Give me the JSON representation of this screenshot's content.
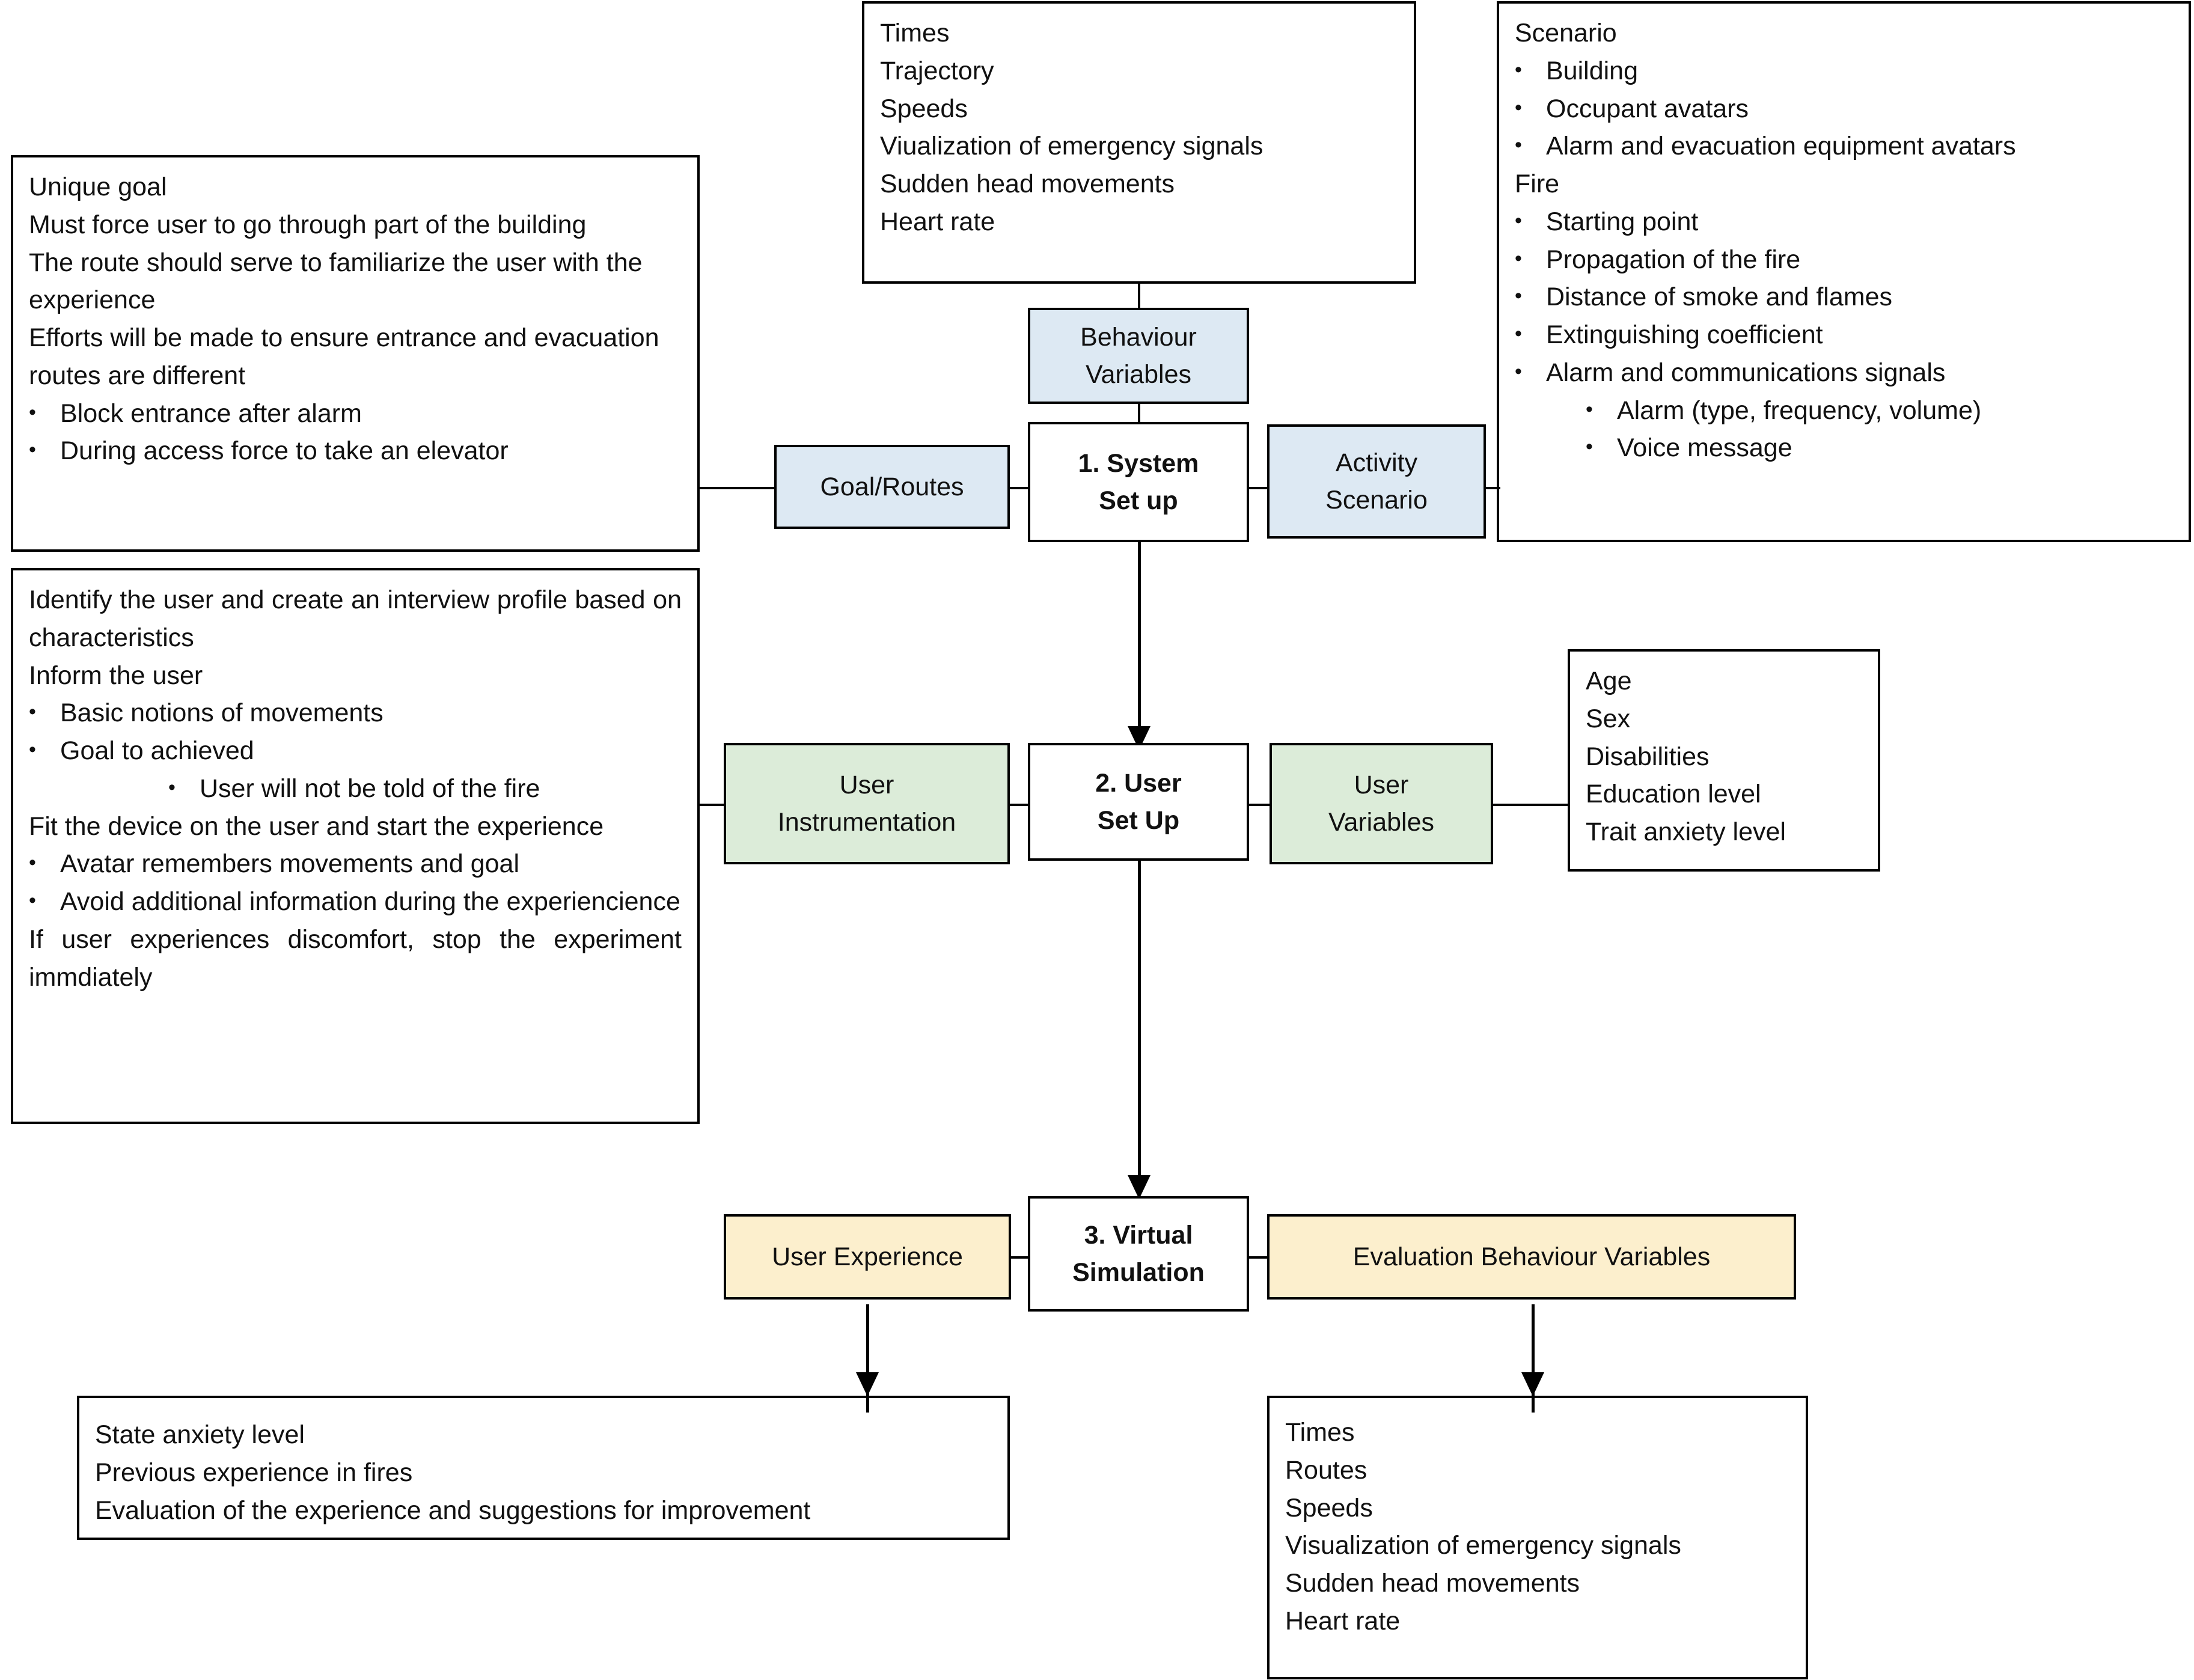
{
  "diagram": {
    "title": "Virtual reality fire evacuation experiment protocol flowchart",
    "colors": {
      "blue": "#dde9f3",
      "green": "#dcecd9",
      "yellow": "#fcefcd",
      "outline": "#000000",
      "background": "#ffffff"
    },
    "nodes": {
      "stage1": "1. System\nSet up",
      "stage1_line1": "1. System",
      "stage1_line2": "Set up",
      "stage2_line1": "2. User",
      "stage2_line2": "Set Up",
      "stage3_line1": "3. Virtual",
      "stage3_line2": "Simulation",
      "behaviour_variables_l1": "Behaviour",
      "behaviour_variables_l2": "Variables",
      "goal_routes": "Goal/Routes",
      "activity_scenario_l1": "Activity",
      "activity_scenario_l2": "Scenario",
      "user_instrumentation_l1": "User",
      "user_instrumentation_l2": "Instrumentation",
      "user_variables_l1": "User",
      "user_variables_l2": "Variables",
      "user_experience": "User Experience",
      "evaluation_behaviour_variables": "Evaluation Behaviour Variables"
    },
    "behaviour_variables_list": [
      "Times",
      "Trajectory",
      "Speeds",
      "Viualization of emergency signals",
      "Sudden head movements",
      "Heart rate"
    ],
    "scenario_box": {
      "heading1": "Scenario",
      "items1": [
        "Building",
        "Occupant avatars",
        "Alarm and evacuation equipment avatars"
      ],
      "heading2": "Fire",
      "items2": [
        "Starting point",
        "Propagation of the fire",
        "Distance of smoke and flames",
        "Extinguishing coefficient",
        "Alarm and communications signals"
      ],
      "subitems": [
        "Alarm (type, frequency, volume)",
        "Voice message"
      ]
    },
    "goal_routes_box": {
      "lines": [
        "Unique goal",
        "Must force user to go through part of the building",
        "The route should serve to familiarize the user with the experience",
        "Efforts will be made to ensure entrance and evacuation routes are different"
      ],
      "bullets": [
        "Block entrance after alarm",
        "During access force to take an elevator"
      ]
    },
    "instrumentation_box": {
      "line1": "Identify the user and create an interview profile based on characteristics",
      "line2": "Inform the user",
      "bullets1": [
        "Basic notions of movements",
        "Goal to achieved"
      ],
      "subbullet1": "User will not be told of the fire",
      "line3": "Fit the device on the user and start the experience",
      "bullets2": [
        "Avatar remembers movements and goal",
        "Avoid additional information during the experiencience"
      ],
      "line4": "If user experiences discomfort, stop the experiment immdiately"
    },
    "user_variables_list": [
      "Age",
      "Sex",
      "Disabilities",
      "Education level",
      "Trait anxiety level"
    ],
    "user_experience_results": [
      "State anxiety level",
      "Previous experience in fires",
      "Evaluation of the experience and suggestions for improvement"
    ],
    "evaluation_results": [
      "Times",
      "Routes",
      "Speeds",
      "Visualization of emergency signals",
      "Sudden head movements",
      "Heart rate"
    ]
  }
}
